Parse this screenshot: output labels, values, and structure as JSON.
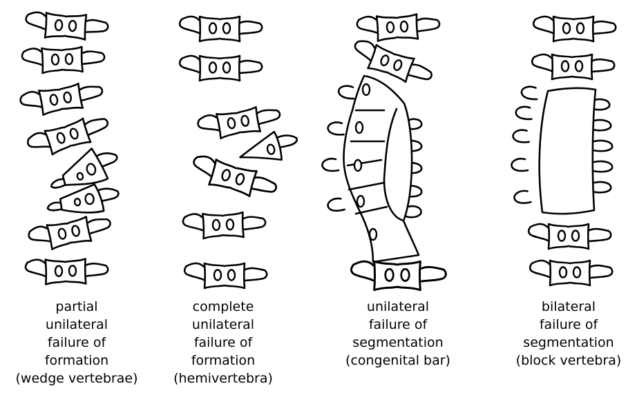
{
  "panels": [
    {
      "id": "partial-unilateral-failure-of-formation",
      "caption_lines": [
        "partial",
        "unilateral",
        "failure of",
        "formation",
        "(wedge vertebrae)"
      ]
    },
    {
      "id": "complete-unilateral-failure-of-formation",
      "caption_lines": [
        "complete",
        "unilateral",
        "failure of",
        "formation",
        "(hemivertebra)"
      ]
    },
    {
      "id": "unilateral-failure-of-segmentation",
      "caption_lines": [
        "unilateral",
        "failure of",
        "segmentation",
        "(congenital bar)"
      ]
    },
    {
      "id": "bilateral-failure-of-segmentation",
      "caption_lines": [
        "bilateral",
        "failure of",
        "segmentation",
        "(block vertebra)"
      ]
    }
  ]
}
